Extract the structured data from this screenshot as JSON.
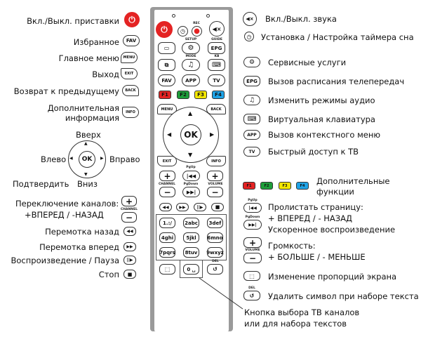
{
  "left": {
    "power": "Вкл./Выкл. приставки",
    "fav": "Избранное",
    "menu": "Главное меню",
    "exit": "Выход",
    "back": "Возврат к предыдущему",
    "info_1": "Дополнительная",
    "info_2": "информация",
    "up": "Вверх",
    "leftd": "Влево",
    "right": "Вправо",
    "ok": "Подтвердить",
    "down": "Вниз",
    "channel_1": "Переключение каналов:",
    "channel_2": "+ВПЕРЕД / -НАЗАД",
    "rewind": "Перемотка назад",
    "forward": "Перемотка вперед",
    "play": "Воспроизведение / Пауза",
    "stop": "Стоп"
  },
  "right": {
    "mute": "Вкл./Выкл. звука",
    "timer": "Установка / Настройка таймера сна",
    "setup": "Сервисные услуги",
    "epg": "Вызов расписания телепередач",
    "mode": "Изменить режимы аудио",
    "kb": "Виртуальная клавиатура",
    "app": "Вызов контекстного меню",
    "tv": "Быстрый доступ к ТВ",
    "f_1": "Дополнительные",
    "f_2": "функции",
    "pg_1": "Пролистать страницу:",
    "pg_2": "+ ВПЕРЕД / - НАЗАД",
    "pg_3": "Ускоренное воспроизведение",
    "vol_1": "Громкость:",
    "vol_2": "+ БОЛЬШЕ / - МЕНЬШЕ",
    "aspect": "Изменение пропорций экрана",
    "del": "Удалить символ при наборе текста",
    "num_1": "Кнопка выбора ТВ каналов",
    "num_2": "или для набора текстов"
  },
  "keys": {
    "fav": "FAV",
    "menu": "MENU",
    "exit": "EXIT",
    "back": "BACK",
    "info": "INFO",
    "ok": "OK",
    "app": "APP",
    "tv": "TV",
    "epg": "EPG",
    "f1": "F1",
    "f2": "F2",
    "f3": "F3",
    "f4": "F4",
    "rec": "REC",
    "setup": "SETUP",
    "guide": "GUIDE",
    "mode": "MODE",
    "kb": "KB",
    "pgup": "PgUp",
    "pgdown": "PgDown",
    "channel": "CHANNEL",
    "volume": "VOLUME",
    "del": "DEL",
    "plus": "+",
    "minus": "−",
    "n1": "1.:/",
    "n2": "2abc",
    "n3": "3def",
    "n4": "4ghi",
    "n5": "5jkl",
    "n6": "6mno",
    "n7": "7pqrs",
    "n8": "8tuv",
    "n9": "9wxyz",
    "n0": "0 ␣"
  },
  "colors": {
    "power": "#e42323",
    "f1": "#e42323",
    "f2": "#1e9e3a",
    "f3": "#f2e600",
    "f4": "#1fa3e6",
    "remote_frame": "#9a9a9a"
  }
}
